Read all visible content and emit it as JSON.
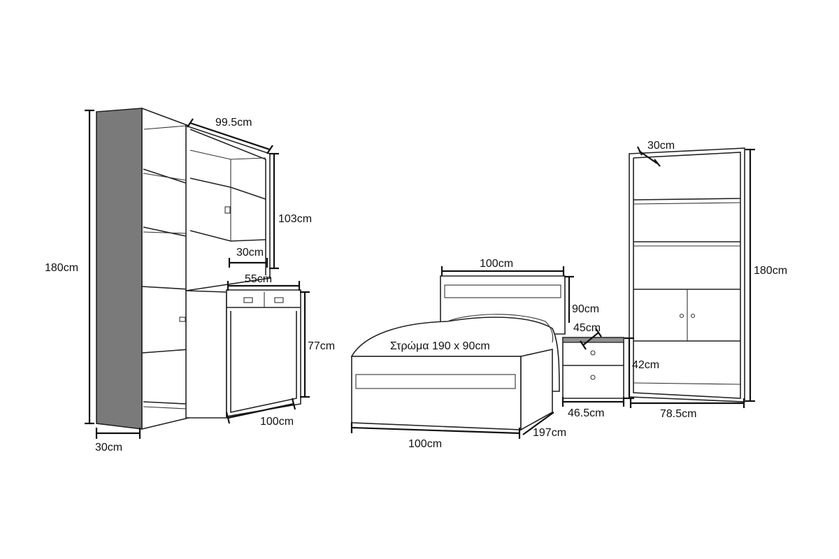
{
  "colors": {
    "line": "#222222",
    "shade": "#7a7a7a",
    "background": "#ffffff"
  },
  "labels": {
    "tall_unit_height": "180cm",
    "tall_unit_depth": "30cm",
    "desk_top_width": "99.5cm",
    "desk_hutch_height": "103cm",
    "desk_shelf_depth": "30cm",
    "desk_depth": "55cm",
    "desk_height": "77cm",
    "desk_width": "100cm",
    "bed_headboard_width": "100cm",
    "bed_headboard_height": "90cm",
    "mattress_note": "Στρώμα 190 x 90cm",
    "bed_width": "100cm",
    "bed_length": "197cm",
    "nightstand_depth": "45cm",
    "nightstand_height": "42cm",
    "nightstand_width": "46.5cm",
    "bookcase_depth": "30cm",
    "bookcase_height": "180cm",
    "bookcase_width": "78.5cm"
  }
}
